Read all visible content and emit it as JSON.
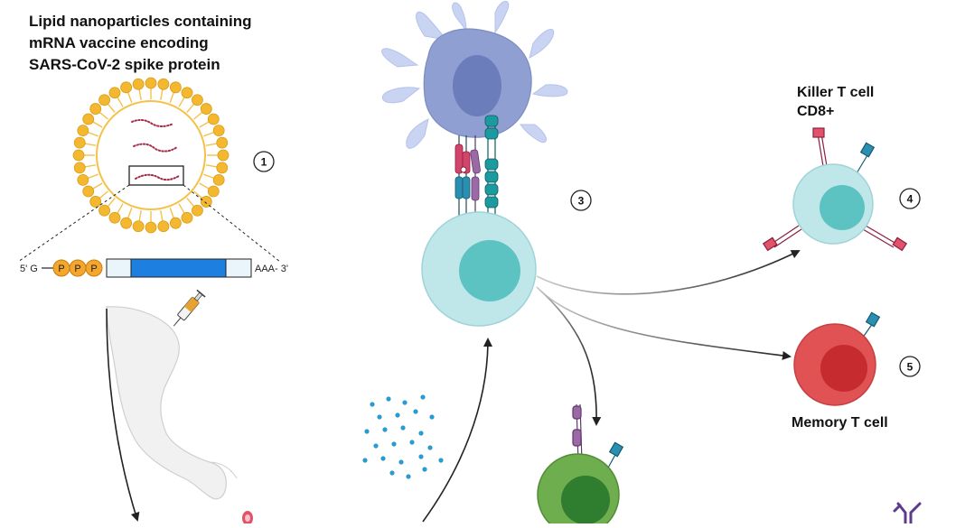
{
  "lnp": {
    "title_line1": "Lipid nanoparticles containing",
    "title_line2": "mRNA vaccine encoding",
    "title_line3": "SARS-CoV-2 spike protein"
  },
  "mrna": {
    "five_prime": "5' G",
    "three_prime": "AAA- 3'",
    "cap_letter": "P"
  },
  "cells": {
    "killer_line1": "Killer T cell",
    "killer_line2": "CD8+",
    "memory": "Memory T cell"
  },
  "steps": [
    "1",
    "3",
    "4",
    "5"
  ],
  "colors": {
    "lipid": "#f4b830",
    "dendritic": "#8f9fd2",
    "t_cell": "#bfe7ea",
    "t_nucleus": "#5cc3c2",
    "memory": "#e05254",
    "helper": "#6fae4f",
    "arrow": "#222222",
    "rna": "#a62a47",
    "mrna_coding": "#1d7fe0",
    "particle": "#2a9bd0"
  }
}
